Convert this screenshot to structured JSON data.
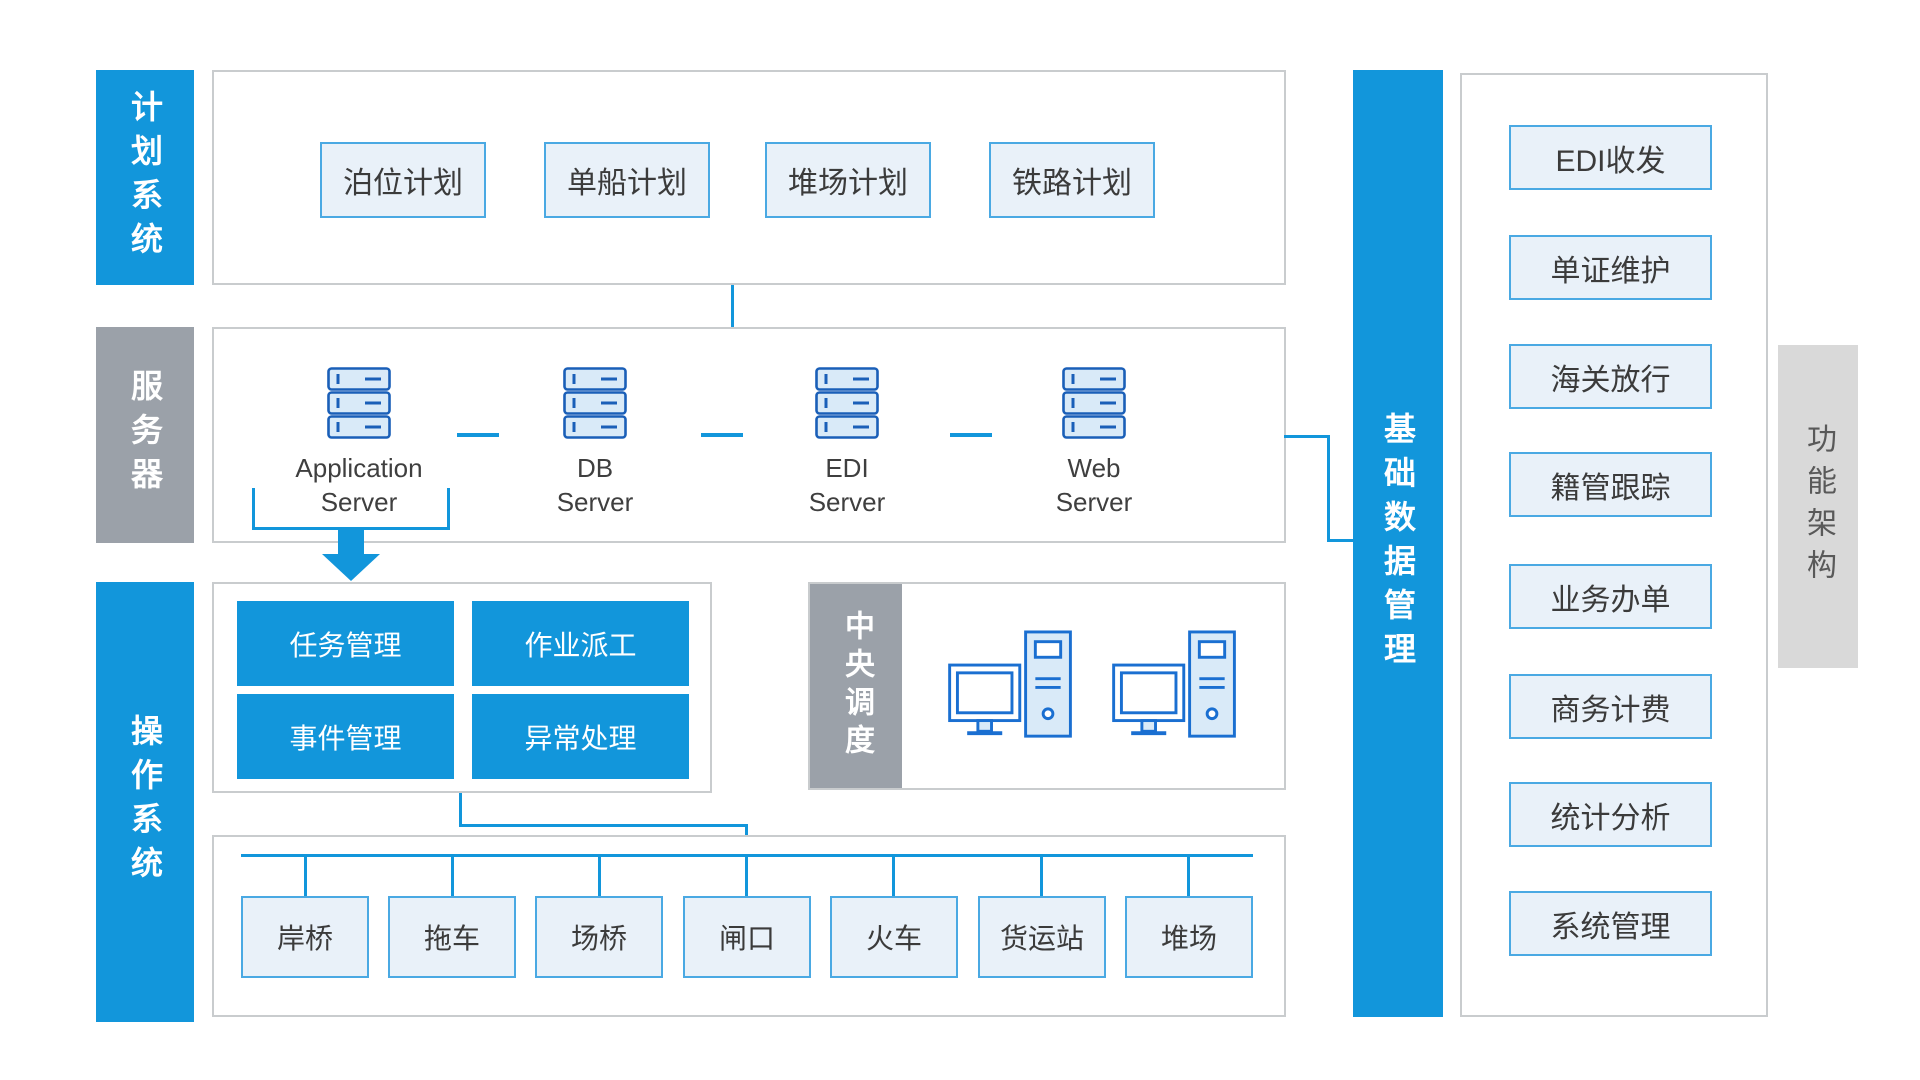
{
  "palette": {
    "accent_blue": "#1296db",
    "gray_strip": "#9ba1a9",
    "light_box_fill": "#e9f1f9",
    "light_box_border": "#4aa9e3",
    "container_border": "#c9ccce",
    "icon_stroke": "#1a5fb8",
    "icon_fill": "#d9eaf8",
    "text_dark": "#3b3b3b",
    "arch_bg": "#d9d9d9",
    "arch_text": "#595959"
  },
  "planning": {
    "label": "计划系统",
    "items": [
      "泊位计划",
      "单船计划",
      "堆场计划",
      "铁路计划"
    ]
  },
  "servers": {
    "label": "服务器",
    "items": [
      {
        "line1": "Application",
        "line2": "Server"
      },
      {
        "line1": "DB",
        "line2": "Server"
      },
      {
        "line1": "EDI",
        "line2": "Server"
      },
      {
        "line1": "Web",
        "line2": "Server"
      }
    ]
  },
  "operations": {
    "label": "操作系统",
    "items": [
      "任务管理",
      "作业派工",
      "事件管理",
      "异常处理"
    ]
  },
  "central_dispatch": {
    "label": "中央调度"
  },
  "equipment": {
    "items": [
      "岸桥",
      "拖车",
      "场桥",
      "闸口",
      "火车",
      "货运站",
      "堆场"
    ]
  },
  "base_data": {
    "label": "基础数据管理",
    "items": [
      "EDI收发",
      "单证维护",
      "海关放行",
      "籍管跟踪",
      "业务办单",
      "商务计费",
      "统计分析",
      "系统管理"
    ]
  },
  "architecture": {
    "label": "功能架构"
  }
}
